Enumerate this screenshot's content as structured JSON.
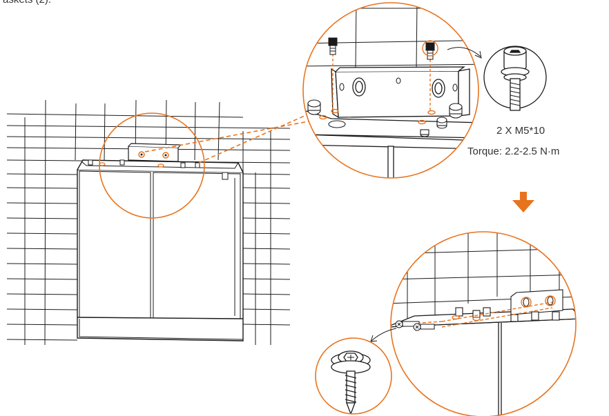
{
  "caption_fragment": "askets (2).",
  "screw_spec": {
    "count_size": "2 X M5*10",
    "torque": "Torque: 2.2-2.5 N·m"
  },
  "colors": {
    "accent": "#E8731E",
    "line": "#1a1a1a"
  },
  "icons": [
    "down-arrow-icon",
    "curved-arrow-icon"
  ]
}
